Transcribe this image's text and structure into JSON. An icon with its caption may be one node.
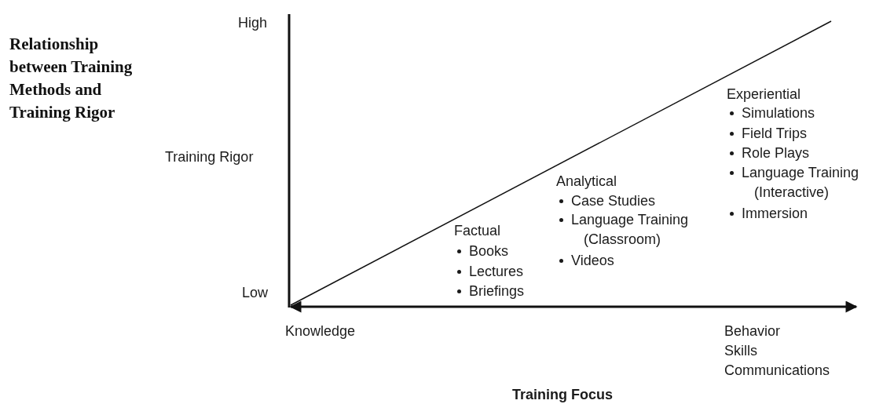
{
  "diagram": {
    "title": "Relationship between Training Methods and Training Rigor",
    "labels": [
      "High",
      "Training Rigor",
      "Low",
      "Factual",
      "Books",
      "Lectures",
      "Briefings",
      "Analytical",
      "Case Studies",
      "Language Training (Classroom)",
      "Videos",
      "Experiential",
      "Simulations",
      "Field Trips",
      "Role Plays",
      "Language Training (Interactive)",
      "Immersion",
      "Knowledge",
      "Behavior",
      "Skills",
      "Communications",
      "Training Focus"
    ]
  }
}
